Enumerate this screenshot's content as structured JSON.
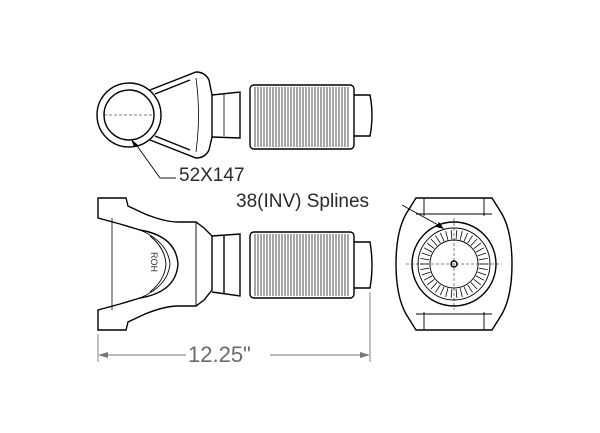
{
  "callouts": {
    "size": "52X147",
    "splines": "38(INV) Splines",
    "length": "12.25\"",
    "stamp": "ROH"
  },
  "colors": {
    "line": "#000000",
    "dim": "#777777",
    "text": "#2a2a2a"
  }
}
